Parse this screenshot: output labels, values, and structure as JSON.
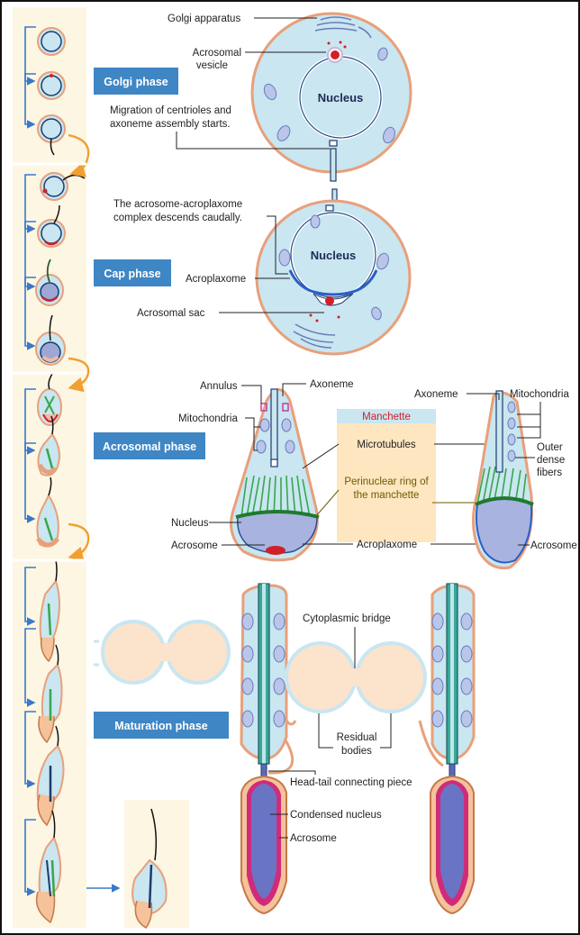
{
  "phases": {
    "golgi": "Golgi phase",
    "cap": "Cap phase",
    "acrosomal": "Acrosomal  phase",
    "maturation": "Maturation phase"
  },
  "golgi_panel": {
    "golgi_apparatus": "Golgi apparatus",
    "acrosomal_vesicle_1": "Acrosomal",
    "acrosomal_vesicle_2": "vesicle",
    "nucleus": "Nucleus",
    "migration_1": "Migration of centrioles and",
    "migration_2": "axoneme assembly starts."
  },
  "cap_panel": {
    "complex_1": "The acrosome-acroplaxome",
    "complex_2": "complex descends caudally.",
    "nucleus": "Nucleus",
    "acroplaxome": "Acroplaxome",
    "acrosomal_sac": "Acrosomal sac"
  },
  "acrosomal_panel": {
    "annulus": "Annulus",
    "axoneme_left": "Axoneme",
    "mitochondria_left": "Mitochondria",
    "nucleus": "Nucleus",
    "acrosome_left": "Acrosome",
    "manchette": "Manchette",
    "microtubules": "Microtubules",
    "perinuclear_1": "Perinuclear ring of",
    "perinuclear_2": "the manchette",
    "acroplaxome": "Acroplaxome",
    "axoneme_right": "Axoneme",
    "mitochondria_right": "Mitochondria",
    "outer_1": "Outer",
    "outer_2": "dense",
    "outer_3": "fibers",
    "acrosome_right": "Acrosome"
  },
  "maturation_panel": {
    "cytoplasmic_bridge": "Cytoplasmic bridge",
    "residual_1": "Residual",
    "residual_2": "bodies",
    "head_tail": "Head-tail connecting piece",
    "condensed_nucleus": "Condensed nucleus",
    "acrosome": "Acrosome"
  },
  "colors": {
    "cell_fill": "#c9e6f1",
    "cell_border": "#e8a07a",
    "phase_box": "#3f86c4",
    "acrosome_red": "#d0202a",
    "manchette_green": "#3aa64a",
    "residual_fill": "#fbe3cc",
    "left_panel_bg": "#fdf6e3",
    "arrow_orange": "#f0a030",
    "arrow_blue": "#3a78c8"
  }
}
